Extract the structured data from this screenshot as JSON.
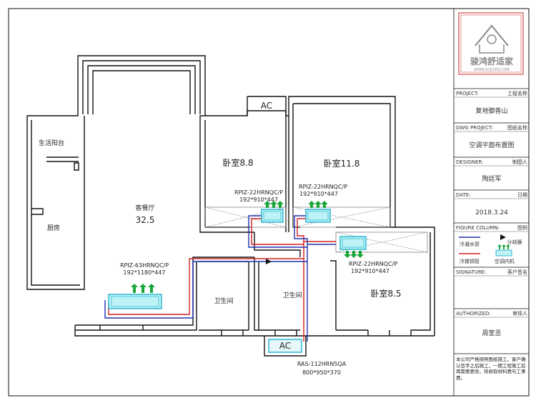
{
  "logo": {
    "brand_text": "骏鸿舒适家",
    "url_text": "WWW.SCJUSHJ.COM",
    "colors": {
      "red": "#c8261e",
      "grey": "#8a8a8a"
    }
  },
  "title_block": {
    "project_key": "PROJECT:",
    "project_cn": "工程名称",
    "project_value": "复地御香山",
    "dwg_key": "DWG PROJECT:",
    "dwg_cn": "图纸名称",
    "dwg_value": "空调平面布置图",
    "design_key": "DESIGNER:",
    "design_cn": "制图人",
    "design_value": "陶廷军",
    "date_key": "DATE:",
    "date_cn": "日期",
    "date_value": "2018.3.24",
    "figure_key": "FIGURE COLUMN:",
    "figure_cn": "图例",
    "legend": {
      "refrigerant_pipe": "冷媒铜管",
      "condensate_pipe": "冷凝水管",
      "distributor": "分歧器",
      "indoor_unit": "空调内机"
    },
    "signature_key": "SIGNATURE:",
    "signature_cn": "客户签名",
    "authorized_key": "AUTHORIZED:",
    "authorized_cn": "审核人",
    "authorized_value": "周室丞",
    "note": "本公司严格按照图纸施工，客户确认签字之后施工，一期工程施工后再需要更改，将收取材料费与工事费。"
  },
  "rooms": {
    "living": "客餐厅",
    "living_area": "32.5",
    "balcony": "生活阳台",
    "kitchen": "厨房",
    "bed1": "卧室8.8",
    "bed2": "卧室11.8",
    "bed3": "卧室8.5",
    "bath1": "卫生间",
    "bath2": "卫生间"
  },
  "units": {
    "living_model": "RPIZ-63HRNQC/P",
    "living_size": "192*1180*447",
    "bed1_model": "RPIZ-22HRNQC/P",
    "bed1_size": "192*910*447",
    "bed2_model": "RPIZ-22HRNQC/P",
    "bed2_size": "192*910*447",
    "bed3_model": "RPIZ-22HRNQC/P",
    "bed3_size": "192*910*447",
    "outdoor_model": "RAS-112HRN5QA",
    "outdoor_size": "800*950*370",
    "ac_label_top": "AC",
    "ac_label_bottom": "AC"
  },
  "colors": {
    "wall": "#111111",
    "refrigerant": "#d42020",
    "condensate": "#2030b0",
    "unit_fill": "#bff2f6",
    "unit_stroke": "#00a7c7",
    "airflow": "#1aa53a"
  }
}
